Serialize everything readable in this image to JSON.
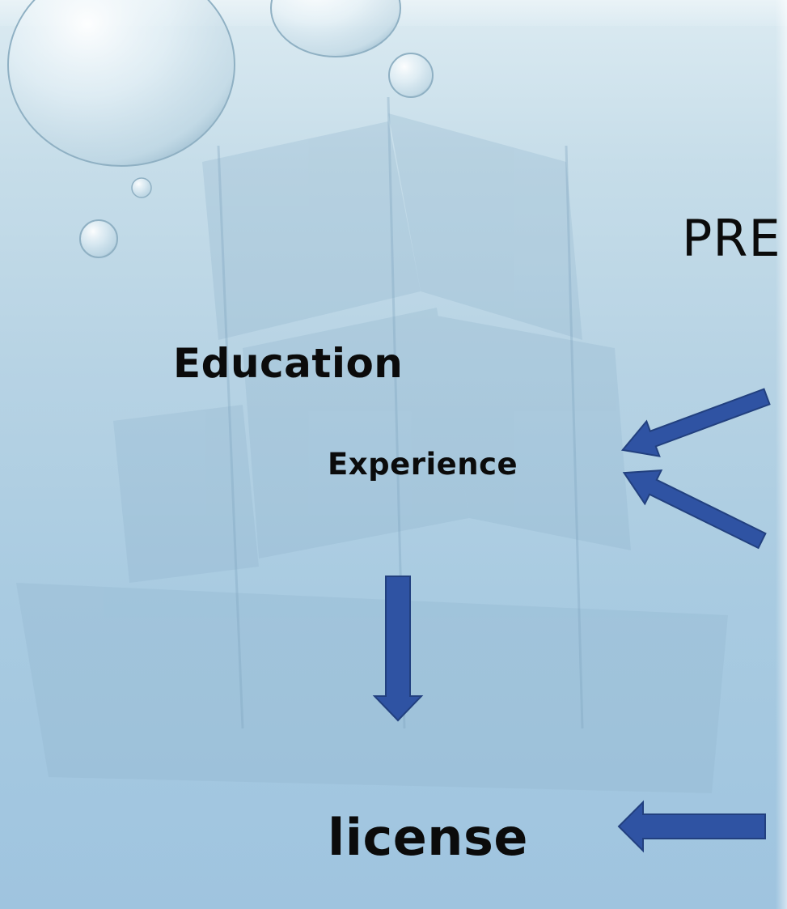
{
  "slide": {
    "title": "PRE",
    "items": {
      "education": "Education",
      "experience": "Experience",
      "license": "license"
    }
  },
  "colors": {
    "arrow_fill": "#2f53a3",
    "arrow_stroke": "#22407f",
    "text": "#0b0b0b",
    "background_top": "#dcebf2",
    "background_bottom": "#9fc4df"
  },
  "icons": {
    "decoration": "water-droplets",
    "arrows": [
      "arrow-left-up",
      "arrow-left-down",
      "arrow-down",
      "arrow-left"
    ]
  }
}
